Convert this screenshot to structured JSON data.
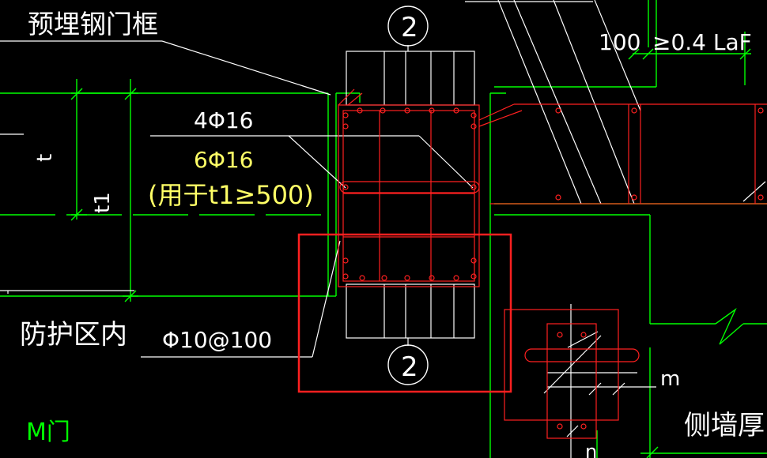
{
  "colors": {
    "background": "#000000",
    "concrete": "#00ff00",
    "rebar": "#ff2020",
    "text": "#ffffff",
    "note": "#ffff66",
    "highlight": "#ff2020"
  },
  "labels": {
    "embedded_frame": "预埋钢门框",
    "section_top": "2",
    "section_bottom": "2",
    "dim_100": "100",
    "anchor_len": "≥0.4 LaF",
    "rebar_main": "4Φ16",
    "rebar_extra": "6Φ16",
    "rebar_extra_note": "(用于t1≥500)",
    "dim_t": "t",
    "dim_t1": "t1",
    "protect_zone": "防护区内",
    "stirrup": "Φ10@100",
    "door": "M门",
    "dim_m": "m",
    "dim_n": "n",
    "side_wall": "侧墙厚"
  }
}
